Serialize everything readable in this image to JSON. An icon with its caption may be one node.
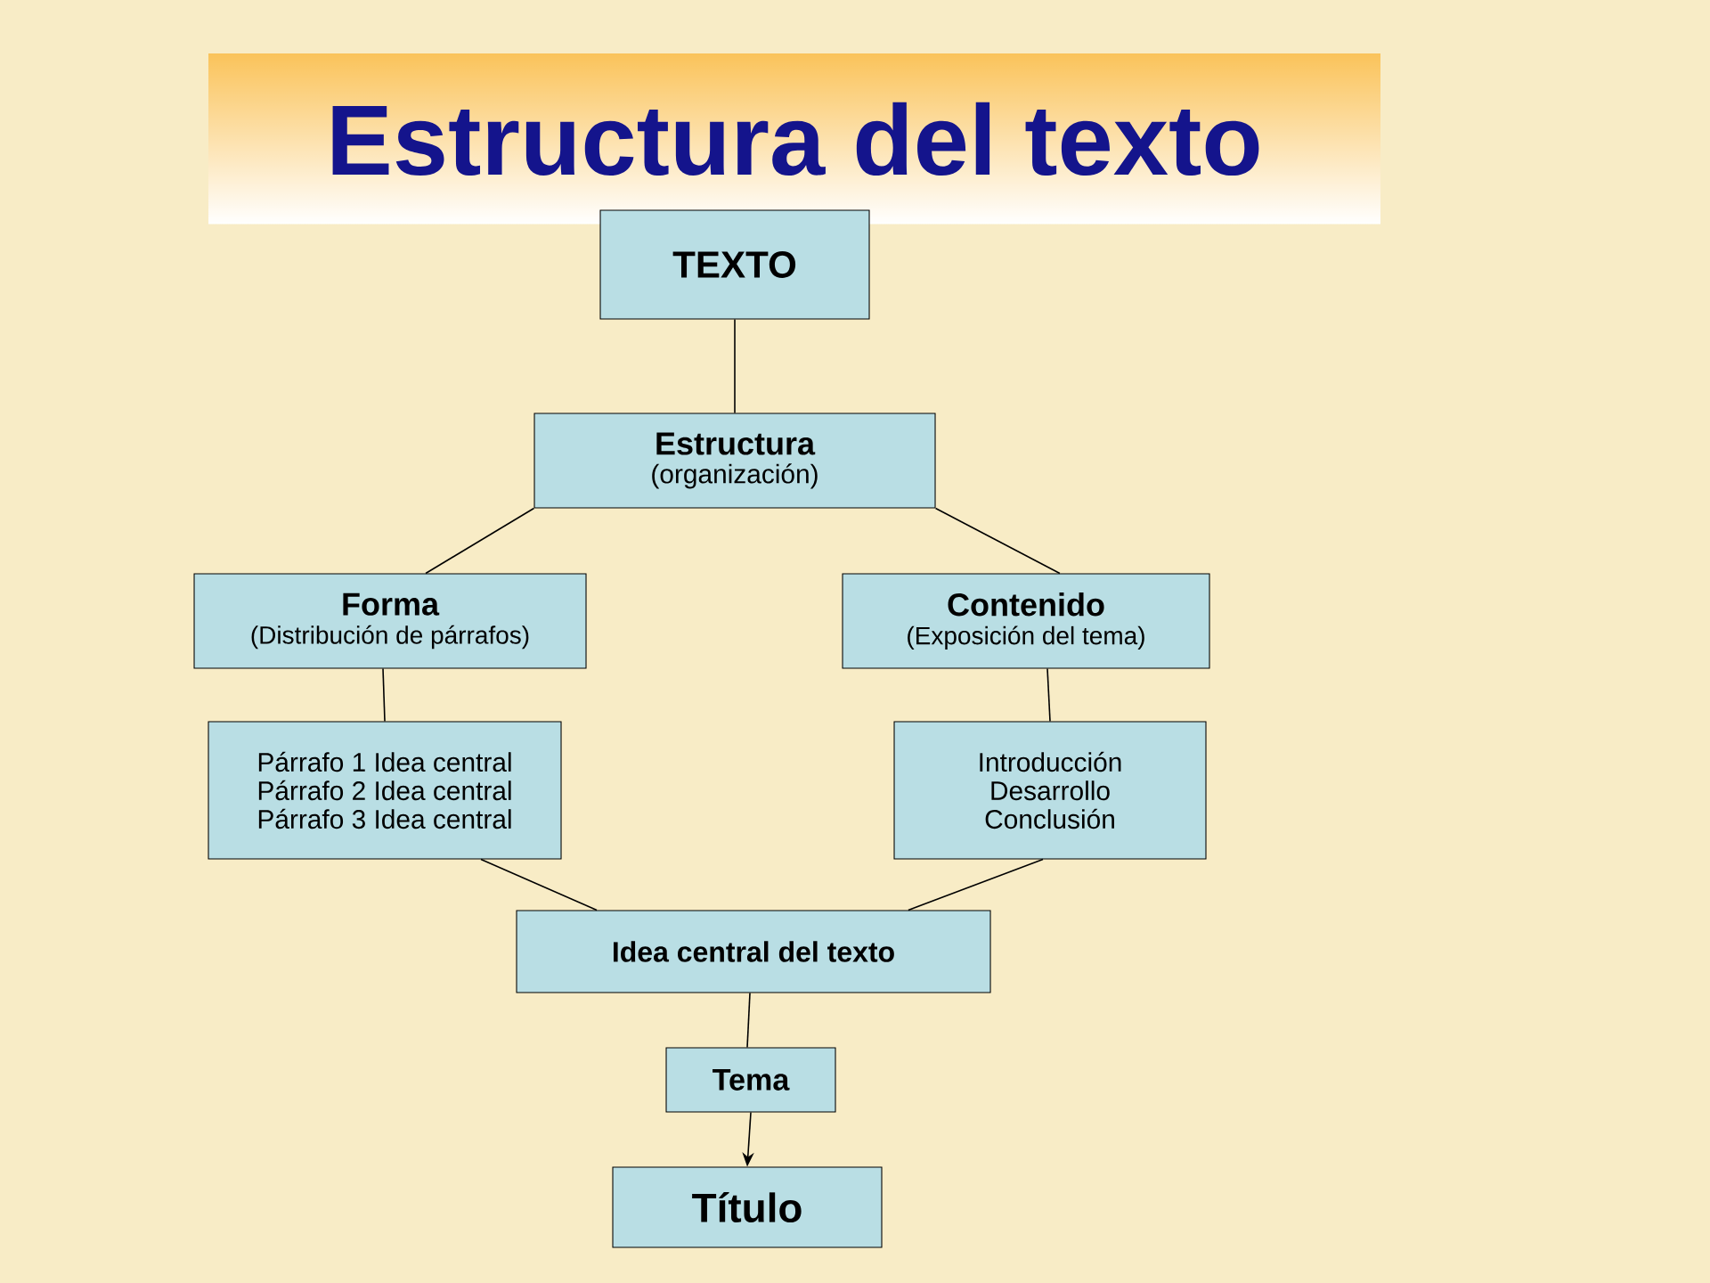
{
  "diagram": {
    "title": "Estructura del texto",
    "nodes": [
      {
        "text": [
          "TEXTO"
        ]
      },
      {
        "text": [
          "Estructura",
          "(organización)"
        ]
      },
      {
        "text": [
          "Forma",
          "(Distribución de párrafos)"
        ]
      },
      {
        "text": [
          "Contenido",
          "(Exposición del tema)"
        ]
      },
      {
        "text": [
          "Párrafo 1 Idea central",
          "Párrafo 2 Idea central",
          "Párrafo 3 Idea central"
        ]
      },
      {
        "text": [
          "Introducción",
          "Desarrollo",
          "Conclusión"
        ]
      },
      {
        "text": [
          "Idea central del texto"
        ]
      },
      {
        "text": [
          "Tema"
        ]
      },
      {
        "text": [
          "Título"
        ]
      }
    ],
    "edges": [
      {
        "from": 0,
        "to": 1,
        "arrow": "none"
      },
      {
        "from": 1,
        "to": 2,
        "arrow": "none"
      },
      {
        "from": 1,
        "to": 3,
        "arrow": "none"
      },
      {
        "from": 2,
        "to": 4,
        "arrow": "none"
      },
      {
        "from": 3,
        "to": 5,
        "arrow": "none"
      },
      {
        "from": 4,
        "to": 6,
        "arrow": "none"
      },
      {
        "from": 5,
        "to": 6,
        "arrow": "none"
      },
      {
        "from": 6,
        "to": 7,
        "arrow": "none"
      },
      {
        "from": 7,
        "to": 8,
        "arrow": "to"
      }
    ]
  }
}
